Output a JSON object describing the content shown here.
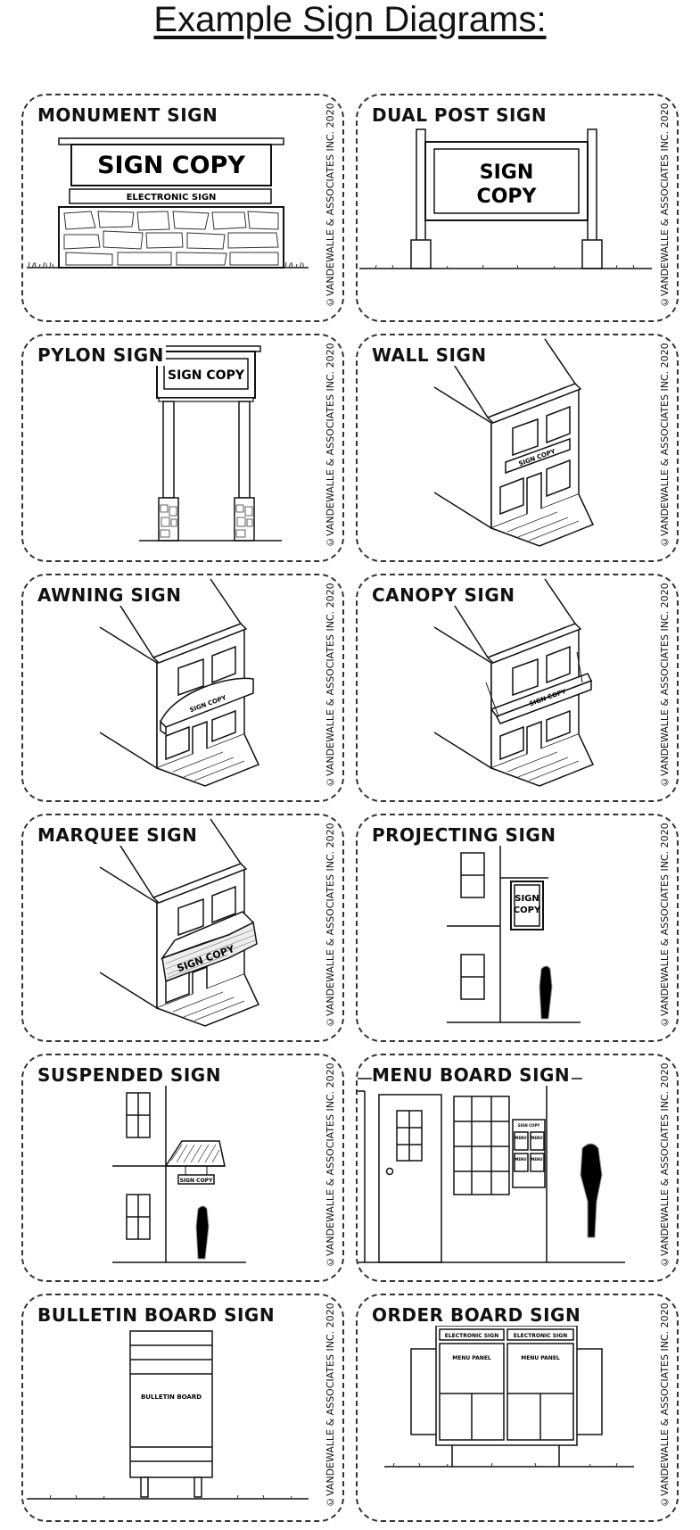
{
  "page_title": "Example Sign Diagrams:",
  "copyright": "©VANDEWALLE & ASSOCIATES INC. 2020",
  "cards": [
    {
      "title": "MONUMENT SIGN",
      "main_copy": "SIGN COPY",
      "sub_copy": "ELECTRONIC SIGN"
    },
    {
      "title": "DUAL POST SIGN",
      "line1": "SIGN",
      "line2": "COPY"
    },
    {
      "title": "PYLON SIGN",
      "main_copy": "SIGN COPY"
    },
    {
      "title": "WALL SIGN",
      "main_copy": "SIGN COPY"
    },
    {
      "title": "AWNING SIGN",
      "main_copy": "SIGN COPY"
    },
    {
      "title": "CANOPY SIGN",
      "main_copy": "SIGN COPY"
    },
    {
      "title": "MARQUEE SIGN",
      "main_copy": "SIGN COPY"
    },
    {
      "title": "PROJECTING SIGN",
      "line1": "SIGN",
      "line2": "COPY"
    },
    {
      "title": "SUSPENDED SIGN",
      "main_copy": "SIGN COPY"
    },
    {
      "title": "MENU BOARD SIGN",
      "main_copy": "SIGN COPY",
      "panels": [
        "MENU",
        "MENU",
        "MENU",
        "MENU"
      ]
    },
    {
      "title": "BULLETIN BOARD SIGN",
      "main_copy": "BULLETIN BOARD"
    },
    {
      "title": "ORDER BOARD SIGN",
      "header1": "ELECTRONIC SIGN",
      "header2": "ELECTRONIC SIGN",
      "panel1": "MENU PANEL",
      "panel2": "MENU PANEL"
    }
  ]
}
